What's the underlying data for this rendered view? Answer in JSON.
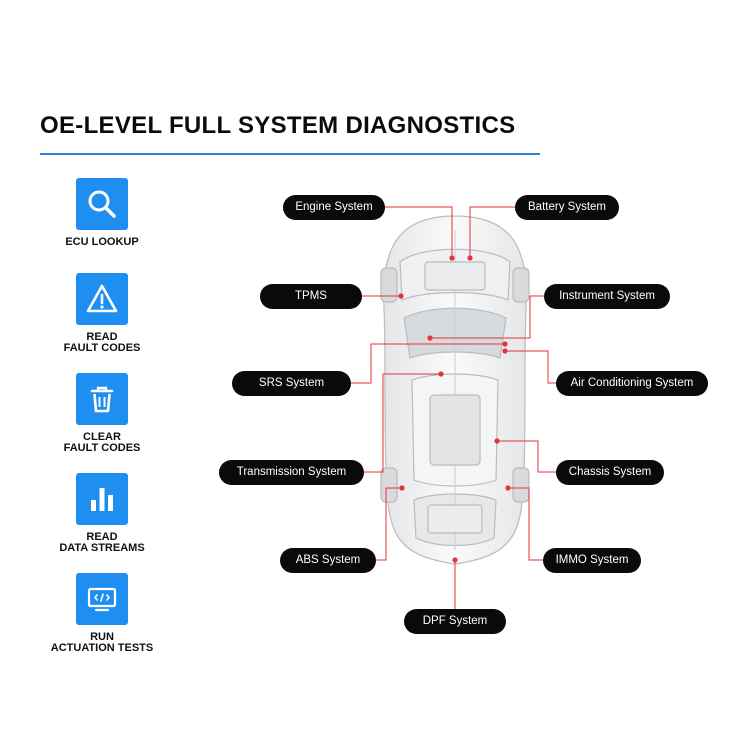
{
  "title": "OE-LEVEL FULL SYSTEM DIAGNOSTICS",
  "colors": {
    "accent": "#1f8ef1",
    "title_rule": "#2b7fdc",
    "callout_line": "#e2343d",
    "pill_bg": "#0a0a0a"
  },
  "features": [
    {
      "icon": "magnifier-icon",
      "label": "ECU LOOKUP"
    },
    {
      "icon": "warning-triangle-icon",
      "label": "READ\nFAULT CODES"
    },
    {
      "icon": "trash-icon",
      "label": "CLEAR\nFAULT CODES"
    },
    {
      "icon": "bar-chart-icon",
      "label": "READ\nDATA STREAMS"
    },
    {
      "icon": "code-monitor-icon",
      "label": "RUN\nACTUATION TESTS"
    }
  ],
  "systems": {
    "engine": "Engine System",
    "battery": "Battery System",
    "tpms": "TPMS",
    "instrument": "Instrument System",
    "srs": "SRS System",
    "air_conditioning": "Air Conditioning System",
    "transmission": "Transmission System",
    "chassis": "Chassis System",
    "abs": "ABS System",
    "immo": "IMMO System",
    "dpf": "DPF System"
  }
}
